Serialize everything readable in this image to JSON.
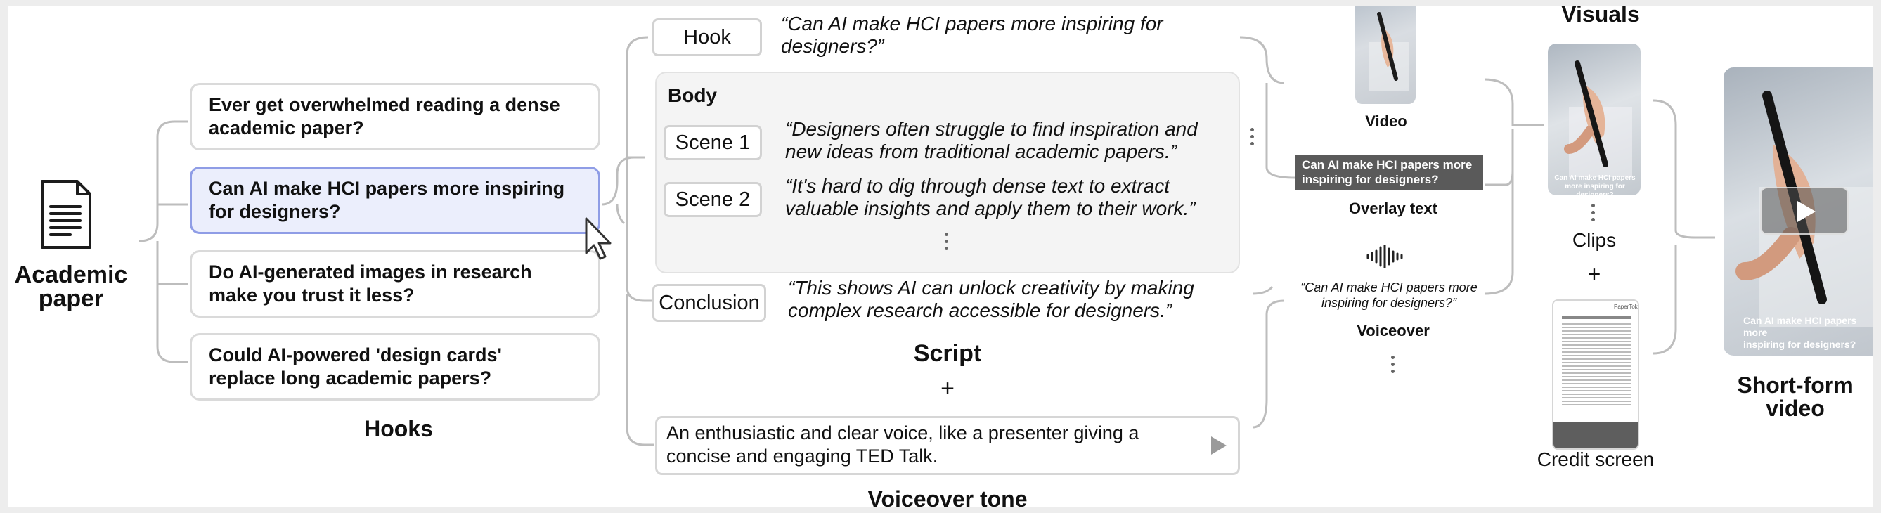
{
  "source": {
    "label": "Academic\npaper",
    "icon": "document-icon"
  },
  "hooks": {
    "label": "Hooks",
    "items": [
      "Ever get overwhelmed reading a dense\nacademic paper?",
      "Can AI make HCI papers more inspiring\nfor designers?",
      "Do AI-generated images in research\nmake you trust it less?",
      "Could AI-powered 'design cards'\nreplace long academic papers?"
    ],
    "selected_index": 1
  },
  "script": {
    "label": "Script",
    "hook": {
      "tag": "Hook",
      "quote": "“Can AI make HCI papers more inspiring for\ndesigners?”"
    },
    "body": {
      "title": "Body",
      "scenes": [
        {
          "tag": "Scene 1",
          "quote": "“Designers often struggle to find inspiration and\nnew ideas from traditional academic papers.”"
        },
        {
          "tag": "Scene 2",
          "quote": "“It's hard to dig through dense text to extract\nvaluable insights and apply them to their work.”"
        }
      ]
    },
    "conclusion": {
      "tag": "Conclusion",
      "quote": "“This shows AI can unlock creativity by making\ncomplex research accessible for designers.”"
    }
  },
  "plus": "+",
  "voiceover_tone": {
    "label": "Voiceover tone",
    "text": "An enthusiastic and clear voice, like a presenter giving a\nconcise and engaging TED Talk."
  },
  "assets": {
    "video_label": "Video",
    "overlay_text": "Can AI make HCI papers more\ninspiring for designers?",
    "overlay_label": "Overlay text",
    "voiceover_quote": "“Can AI make HCI papers more\ninspiring for designers?”",
    "voiceover_label": "Voiceover"
  },
  "visuals": {
    "label": "Visuals",
    "clip_caption": "Can AI make HCI papers\nmore inspiring for designers?",
    "clips_label": "Clips",
    "credit_label": "Credit screen",
    "credit_brand": "PaperTok"
  },
  "output": {
    "label": "Short-form\nvideo",
    "caption": "Can AI make HCI papers more\ninspiring for designers?"
  },
  "colors": {
    "highlight_bg": "#ebeefc",
    "highlight_border": "#8f9de6",
    "connector": "#bdbdbd",
    "overlay_bg": "#5a5a5a"
  }
}
